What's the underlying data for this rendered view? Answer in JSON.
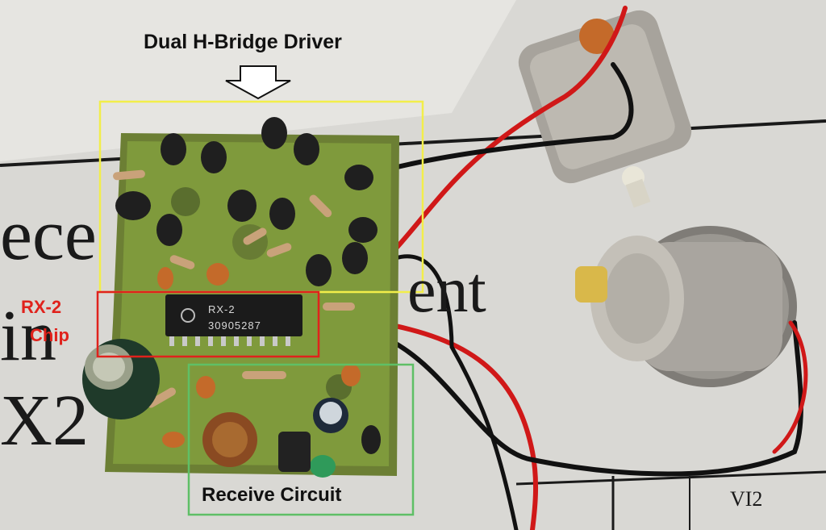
{
  "annotations": {
    "hbridge_label": "Dual H-Bridge Driver",
    "chip_label_line1": "RX-2",
    "chip_label_line2": "Chip",
    "receive_label": "Receive Circuit"
  },
  "chip_markings": {
    "name": "RX-2",
    "serial": "30905287"
  },
  "paper_text": {
    "fragment_1": "ece",
    "fragment_2": "in",
    "fragment_3": "X2",
    "fragment_4": "ent",
    "fragment_5": "VI2"
  },
  "colors": {
    "hbridge_box": "#f2ee4a",
    "chip_box": "#e0221c",
    "receive_box": "#5fbf66",
    "pcb": "#7f9a3c",
    "wire_red": "#d01818",
    "wire_black": "#111111"
  }
}
